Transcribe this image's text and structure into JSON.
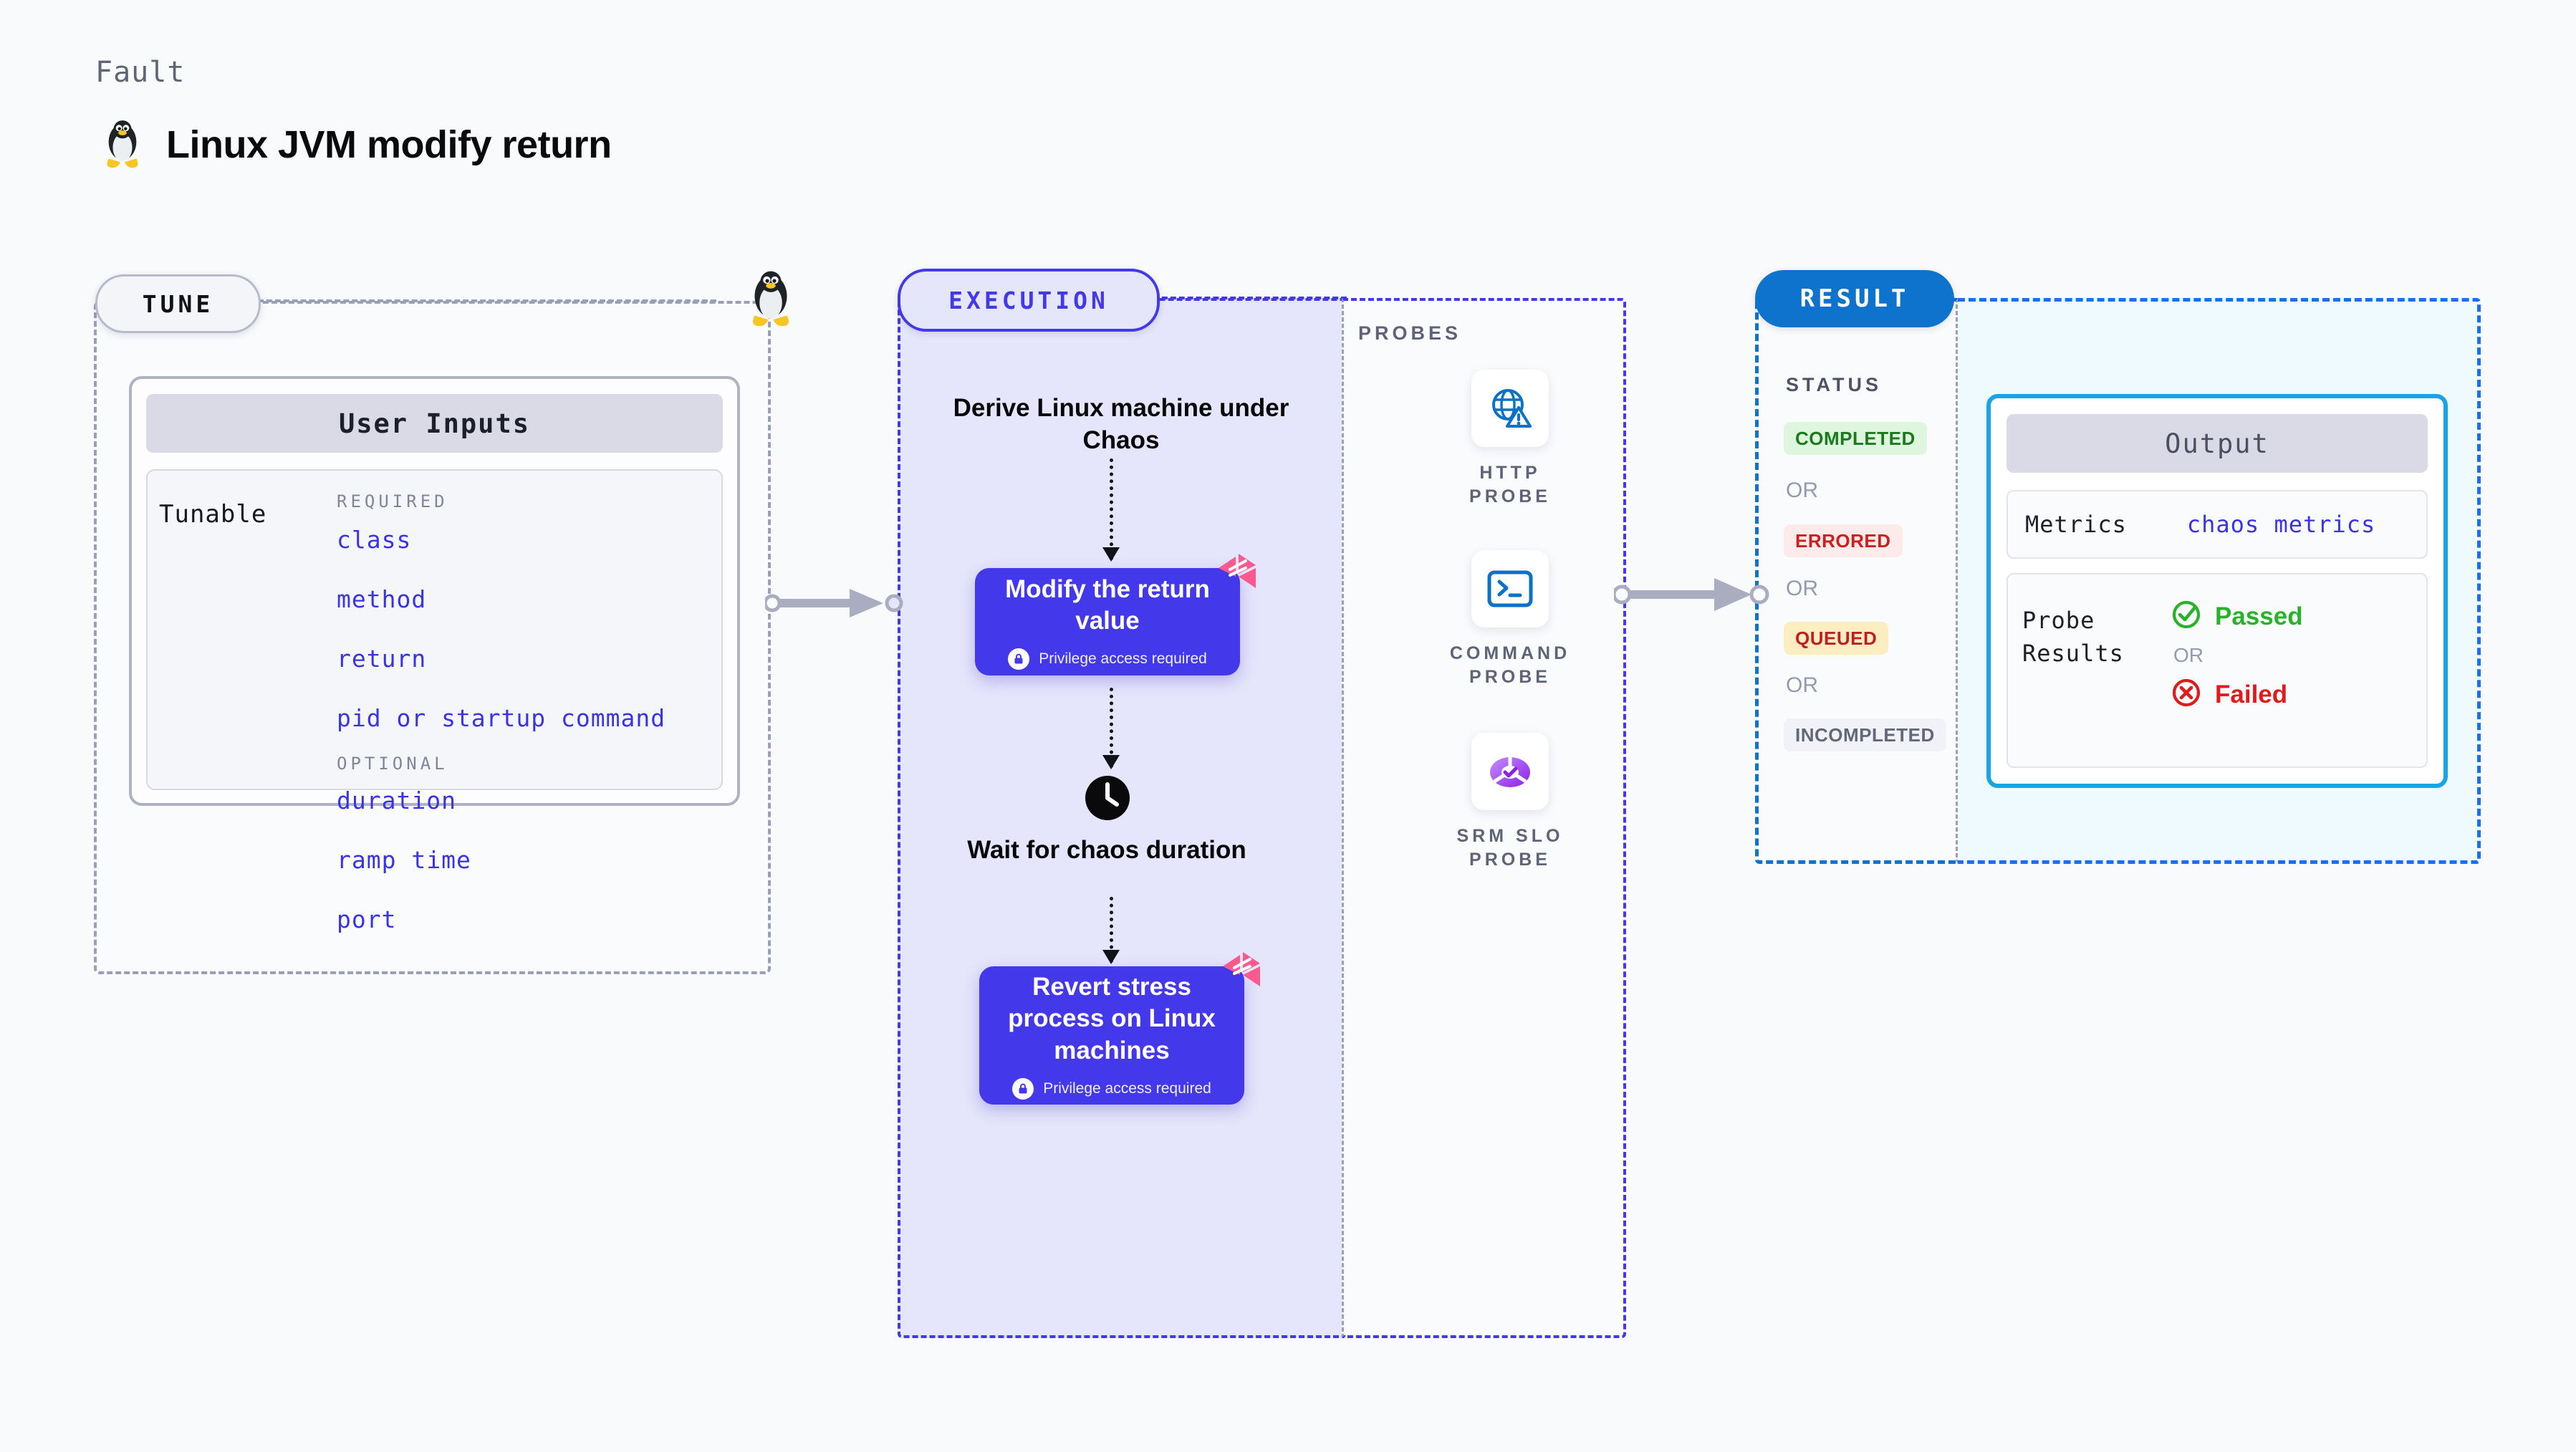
{
  "header": {
    "kicker": "Fault",
    "title": "Linux JVM modify return",
    "icon": "linux-penguin-icon"
  },
  "tune": {
    "pill_label": "TUNE",
    "card_title": "User Inputs",
    "tunable_label": "Tunable",
    "required_heading": "REQUIRED",
    "required_items": [
      "class",
      "method",
      "return",
      "pid or startup command"
    ],
    "optional_heading": "OPTIONAL",
    "optional_items": [
      "duration",
      "ramp time",
      "port"
    ]
  },
  "execution": {
    "pill_label": "EXECUTION",
    "derive_text": "Derive Linux machine under Chaos",
    "modify_box": {
      "title": "Modify the return value",
      "privilege": "Privilege access required",
      "badge_icon": "harness-logo-icon",
      "lock_icon": "lock-icon"
    },
    "wait_text": "Wait for chaos duration",
    "clock_icon": "clock-icon",
    "revert_box": {
      "title": "Revert stress process on Linux machines",
      "privilege": "Privilege access required",
      "badge_icon": "harness-logo-icon",
      "lock_icon": "lock-icon"
    }
  },
  "probes": {
    "label": "PROBES",
    "items": [
      {
        "name": "HTTP PROBE",
        "icon": "globe-warning-icon"
      },
      {
        "name": "COMMAND PROBE",
        "icon": "terminal-icon"
      },
      {
        "name": "SRM SLO PROBE",
        "icon": "srm-slo-donut-icon"
      }
    ]
  },
  "result": {
    "pill_label": "RESULT",
    "status_label": "STATUS",
    "or_label": "OR",
    "statuses": [
      {
        "label": "COMPLETED",
        "bg": "#def5de",
        "fg": "#1b7a1b"
      },
      {
        "label": "ERRORED",
        "bg": "#fdeaea",
        "fg": "#cc1f1f"
      },
      {
        "label": "QUEUED",
        "bg": "#fdeec2",
        "fg": "#c11f1f"
      },
      {
        "label": "INCOMPLETED",
        "bg": "#f1f2f7",
        "fg": "#636879"
      }
    ],
    "output": {
      "title": "Output",
      "metrics_label": "Metrics",
      "metrics_value": "chaos metrics",
      "probe_results_label": "Probe Results",
      "passed_label": "Passed",
      "failed_label": "Failed",
      "or_label": "OR",
      "passed_icon": "check-circle-icon",
      "failed_icon": "x-circle-icon"
    }
  },
  "colors": {
    "background": "#f9fafc",
    "primary_purple": "#4338ea",
    "result_blue": "#0d73cc",
    "output_cyan": "#18a5e8",
    "harness_pink": "#fb5a8f",
    "gray_dash": "#9aa0b4",
    "pass_green": "#2ab12a",
    "fail_red": "#e01b1b"
  }
}
